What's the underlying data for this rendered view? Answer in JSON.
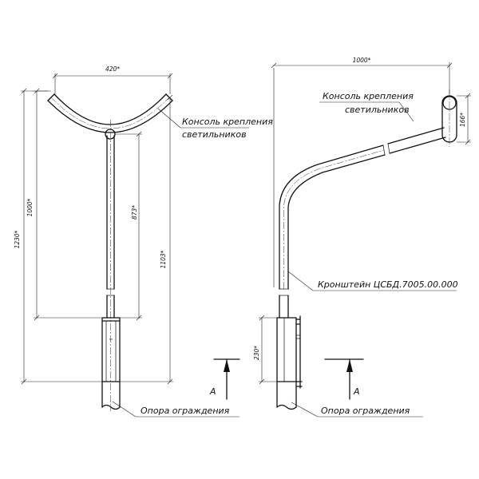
{
  "front_view": {
    "dimensions": {
      "bracket_width": "420*",
      "overall_height": "1230*",
      "pole_height": "1000*",
      "inner_height": "873*",
      "total_height": "1103*"
    },
    "callouts": {
      "console_line1": "Консоль крепления",
      "console_line2": "светильников",
      "base": "Опора ограждения"
    }
  },
  "side_view": {
    "dimensions": {
      "reach": "1000*",
      "end_height": "166*",
      "base_height": "230*"
    },
    "callouts": {
      "console_line1": "Консоль крепления",
      "console_line2": "светильников",
      "bracket": "Кронштейн  ЦСБД.7005.00.000",
      "base": "Опора ограждения"
    },
    "section_marks": [
      "А",
      "А"
    ]
  }
}
